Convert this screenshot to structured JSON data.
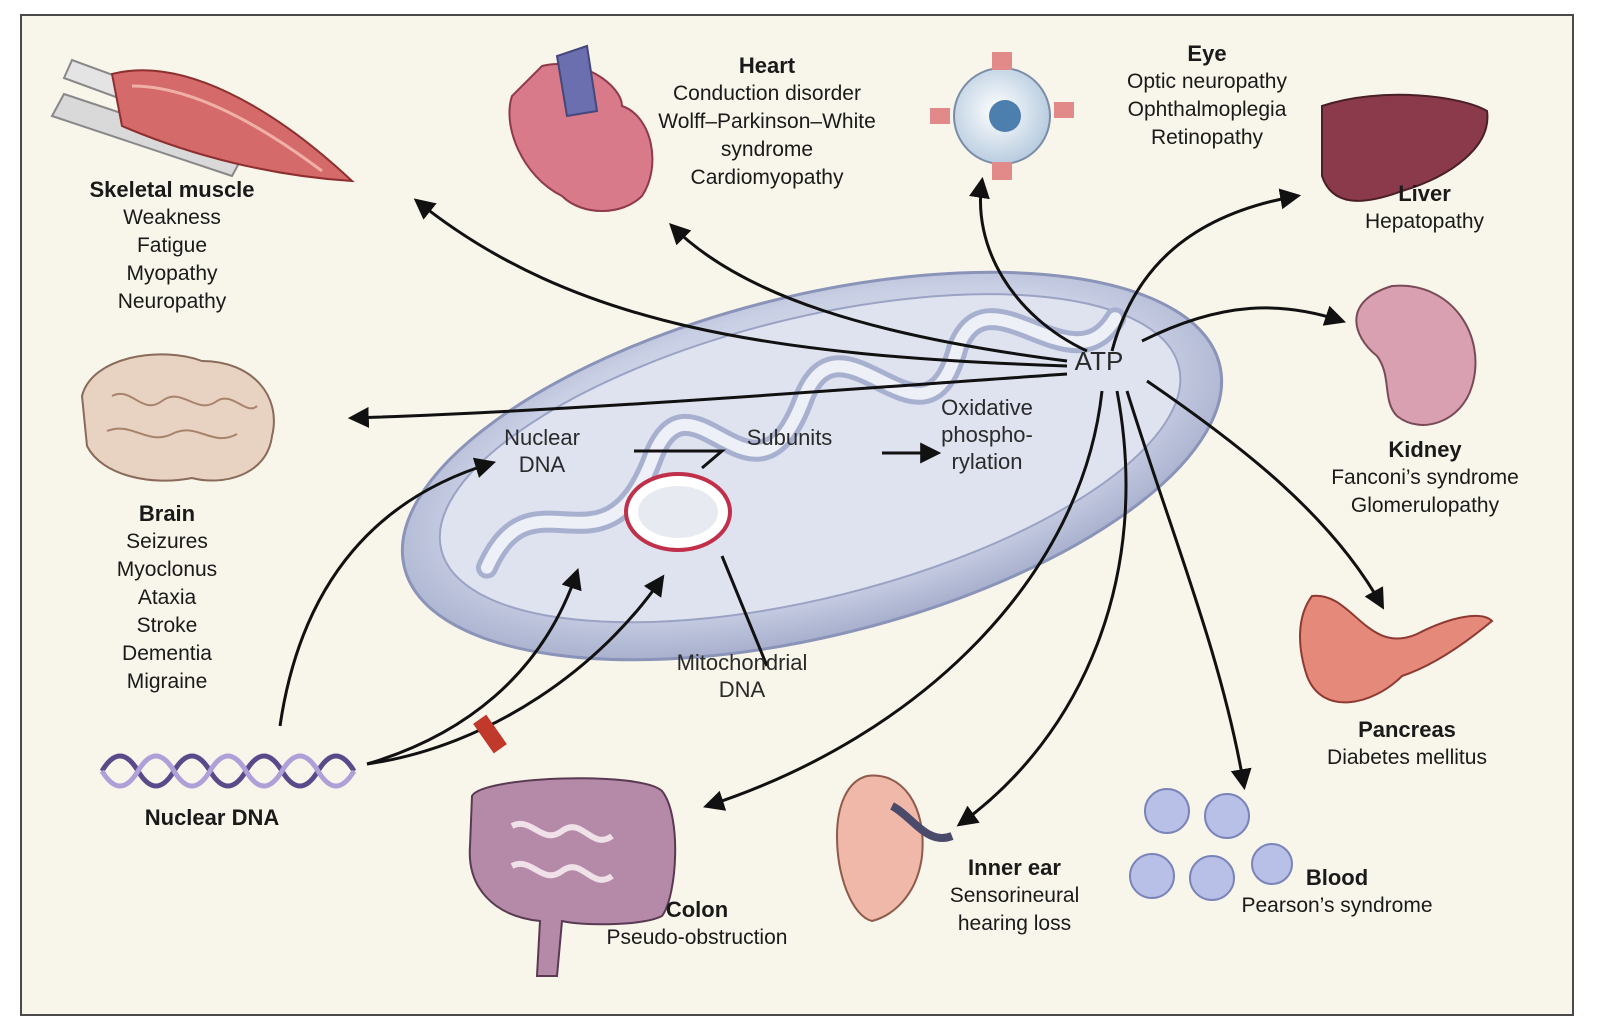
{
  "center": {
    "atp": "ATP",
    "nuclear_dna_inner": [
      "Nuclear",
      "DNA"
    ],
    "subunits": "Subunits",
    "oxphos": [
      "Oxidative",
      "phospho-",
      "rylation"
    ],
    "mito_dna": [
      "Mitochondrial",
      "DNA"
    ]
  },
  "organs": {
    "skeletal": {
      "title": "Skeletal muscle",
      "items": [
        "Weakness",
        "Fatigue",
        "Myopathy",
        "Neuropathy"
      ]
    },
    "heart": {
      "title": "Heart",
      "items": [
        "Conduction disorder",
        "Wolff–Parkinson–White",
        "syndrome",
        "Cardiomyopathy"
      ]
    },
    "eye": {
      "title": "Eye",
      "items": [
        "Optic neuropathy",
        "Ophthalmoplegia",
        "Retinopathy"
      ]
    },
    "liver": {
      "title": "Liver",
      "items": [
        "Hepatopathy"
      ]
    },
    "kidney": {
      "title": "Kidney",
      "items": [
        "Fanconi’s syndrome",
        "Glomerulopathy"
      ]
    },
    "pancreas": {
      "title": "Pancreas",
      "items": [
        "Diabetes mellitus"
      ]
    },
    "brain": {
      "title": "Brain",
      "items": [
        "Seizures",
        "Myoclonus",
        "Ataxia",
        "Stroke",
        "Dementia",
        "Migraine"
      ]
    },
    "nuclear_dna": {
      "title": "Nuclear DNA",
      "items": []
    },
    "colon": {
      "title": "Colon",
      "items": [
        "Pseudo-obstruction"
      ]
    },
    "inner_ear": {
      "title": "Inner ear",
      "items": [
        "Sensorineural",
        "hearing loss"
      ]
    },
    "blood": {
      "title": "Blood",
      "items": [
        "Pearson’s syndrome"
      ]
    }
  },
  "colors": {
    "background": "#f8f5ea",
    "mitochondrion": "#c9cfe4",
    "arrow": "#111111",
    "block": "#c0392b",
    "mtdna_ring": "#c0304a"
  }
}
